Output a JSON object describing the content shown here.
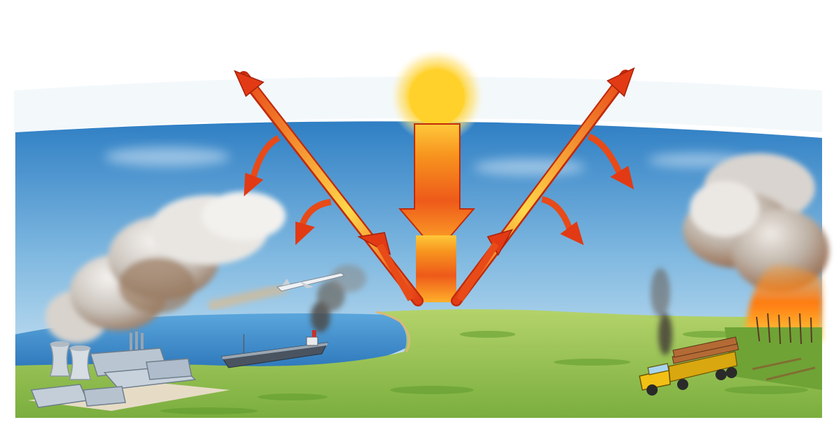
{
  "diagram": {
    "type": "illustration",
    "elements": [
      "sun",
      "incoming-solar-radiation-arrow",
      "reflected-radiation-arrows",
      "atmosphere-layer",
      "power-plant",
      "smoke-plume",
      "jet-plane",
      "cargo-ship",
      "lake",
      "grassland",
      "logging-truck",
      "forest-fire"
    ]
  },
  "colors": {
    "sky_top": "#2f7fc4",
    "sky_bottom": "#d9eef8",
    "grass": "#86b84a",
    "grass_light": "#b4d36a",
    "water": "#3f8fd0",
    "sun": "#ffd12a",
    "arrow_red": "#e23a14",
    "arrow_orange": "#f7931e",
    "arrow_yellow": "#ffd84a",
    "smoke_gray": "#bdb8b2",
    "smoke_brown": "#8a6a52",
    "fire": "#ff7a10",
    "truck": "#f2c014"
  }
}
